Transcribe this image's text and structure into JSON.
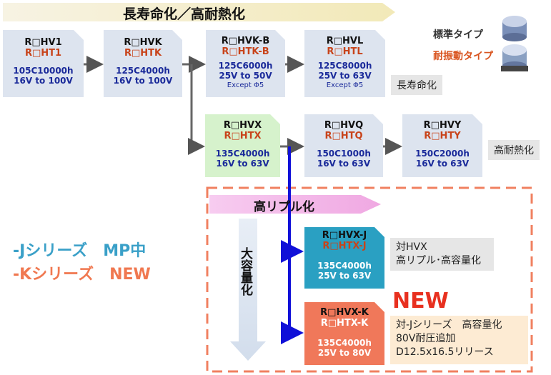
{
  "banner": {
    "text": "長寿命化／高耐熱化"
  },
  "legend": {
    "standard": "標準タイプ",
    "vibration": "耐振動タイプ"
  },
  "cards": {
    "hv1": {
      "l1": "R□HV1",
      "l2": "R□HT1",
      "s1": "105C10000h",
      "s2": "16V to 100V",
      "note": ""
    },
    "hvk": {
      "l1": "R□HVK",
      "l2": "R□HTK",
      "s1": "125C4000h",
      "s2": "16V to 100V",
      "note": ""
    },
    "hvkb": {
      "l1": "R□HVK-B",
      "l2": "R□HTK-B",
      "s1": "125C6000h",
      "s2": "25V to 50V",
      "note": "Except Φ5"
    },
    "hvl": {
      "l1": "R□HVL",
      "l2": "R□HTL",
      "s1": "125C8000h",
      "s2": "25V to 63V",
      "note": "Except Φ5"
    },
    "hvx": {
      "l1": "R□HVX",
      "l2": "R□HTX",
      "s1": "135C4000h",
      "s2": "16V to 63V",
      "note": ""
    },
    "hvq": {
      "l1": "R□HVQ",
      "l2": "R□HTQ",
      "s1": "150C1000h",
      "s2": "16V to 63V",
      "note": ""
    },
    "hvy": {
      "l1": "R□HVY",
      "l2": "R□HTY",
      "s1": "150C2000h",
      "s2": "16V to 63V",
      "note": ""
    },
    "hvxj": {
      "l1": "R□HVX-J",
      "l2": "R□HTX-J",
      "s1": "135C4000h",
      "s2": "25V to 63V",
      "note": ""
    },
    "hvxk": {
      "l1": "R□HVX-K",
      "l2": "R□HTX-K",
      "s1": "135C4000h",
      "s2": "25V to 80V",
      "note": ""
    }
  },
  "labels": {
    "long_life": "長寿命化",
    "high_heat": "高耐熱化",
    "high_ripple": "高リプル化",
    "large_capacity": "大容量化",
    "series_j": "-Jシリーズ　MP中",
    "series_k": "-Kシリーズ　NEW",
    "new_badge": "NEW"
  },
  "desc_j": [
    "対HVX",
    "高リプル･高容量化"
  ],
  "desc_k": [
    "対-Jシリーズ　高容量化",
    "80V耐圧追加",
    "D12.5x16.5リリース"
  ],
  "colors": {
    "card_gray": "#dde4ef",
    "card_green": "#d6f2cc",
    "card_blue": "#2aa0c2",
    "card_orange": "#f0785a",
    "accent_red": "#c8431a",
    "spec_blue": "#1a2a9a",
    "new_red": "#e8301f",
    "dashed_border": "#f08060",
    "arrow_blue": "#1010d8"
  }
}
